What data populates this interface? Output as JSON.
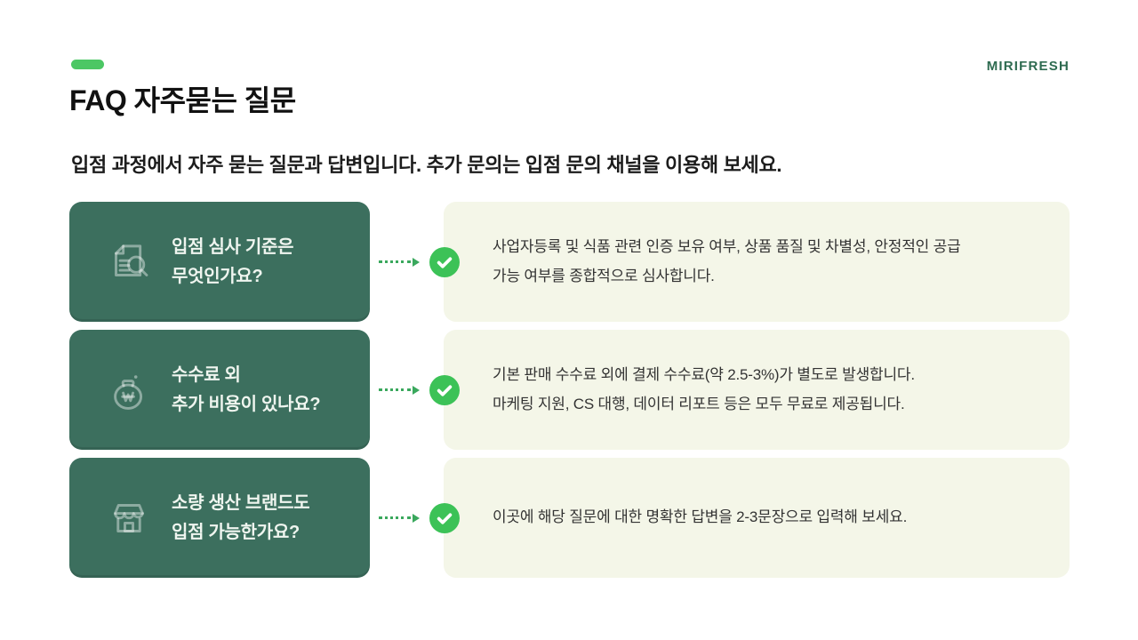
{
  "header": {
    "title": "FAQ 자주묻는 질문",
    "subtitle": "입점 과정에서 자주 묻는 질문과 답변입니다. 추가 문의는 입점 문의 채널을 이용해 보세요.",
    "logo": "MIRIFRESH"
  },
  "colors": {
    "accent_pill": "#4cc764",
    "logo_text": "#2e6b50",
    "question_card": "#3c6f5e",
    "question_text": "#eff5ef",
    "answer_card": "#f4f6e8",
    "answer_text": "#333333",
    "check_badge": "#3cc257",
    "dotted_arrow": "#3aa85d"
  },
  "faq": {
    "rows": [
      {
        "icon": "document-search-icon",
        "question": "입점 심사 기준은\n무엇인가요?",
        "answer": "사업자등록 및 식품 관련 인증 보유 여부, 상품 품질 및 차별성, 안정적인 공급\n가능 여부를 종합적으로 심사합니다."
      },
      {
        "icon": "money-bag-won-icon",
        "question": "수수료 외\n추가 비용이 있나요?",
        "answer": "기본 판매 수수료 외에 결제 수수료(약 2.5-3%)가 별도로 발생합니다.\n마케팅 지원, CS 대행, 데이터 리포트 등은 모두 무료로 제공됩니다."
      },
      {
        "icon": "storefront-icon",
        "question": "소량 생산 브랜드도\n입점 가능한가요?",
        "answer": "이곳에 해당 질문에 대한 명확한 답변을 2-3문장으로 입력해 보세요."
      }
    ]
  }
}
